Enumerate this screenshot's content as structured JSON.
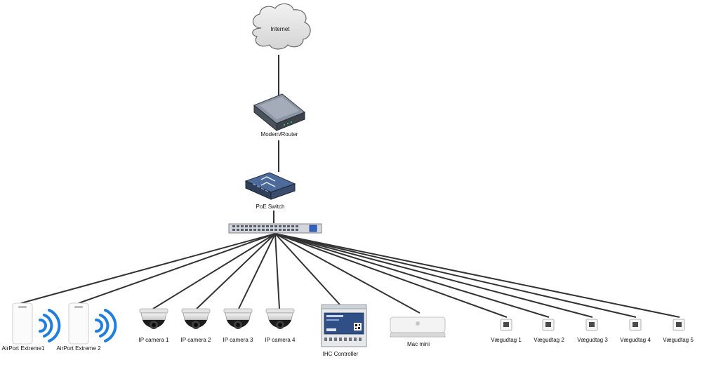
{
  "nodes": {
    "internet": "Internet",
    "router": "Modem/Router",
    "switch": "PoE Switch",
    "airport1": "AirPort Extreme1",
    "airport2": "AirPort Extreme 2",
    "cam1": "IP camera 1",
    "cam2": "IP camera 2",
    "cam3": "IP camera 3",
    "cam4": "IP camera 4",
    "ihc": "IHC Controller",
    "mac": "Mac mini",
    "wall1": "Vægudtag 1",
    "wall2": "Vægudtag 2",
    "wall3": "Vægudtag 3",
    "wall4": "Vægudtag 4",
    "wall5": "Vægudtag 5"
  },
  "colors": {
    "cable": "#333333",
    "wifi": "#1f7fe0",
    "cloud": "#e3e3e3",
    "device_dark": "#3c4450",
    "camera": "#d8d8d8"
  }
}
